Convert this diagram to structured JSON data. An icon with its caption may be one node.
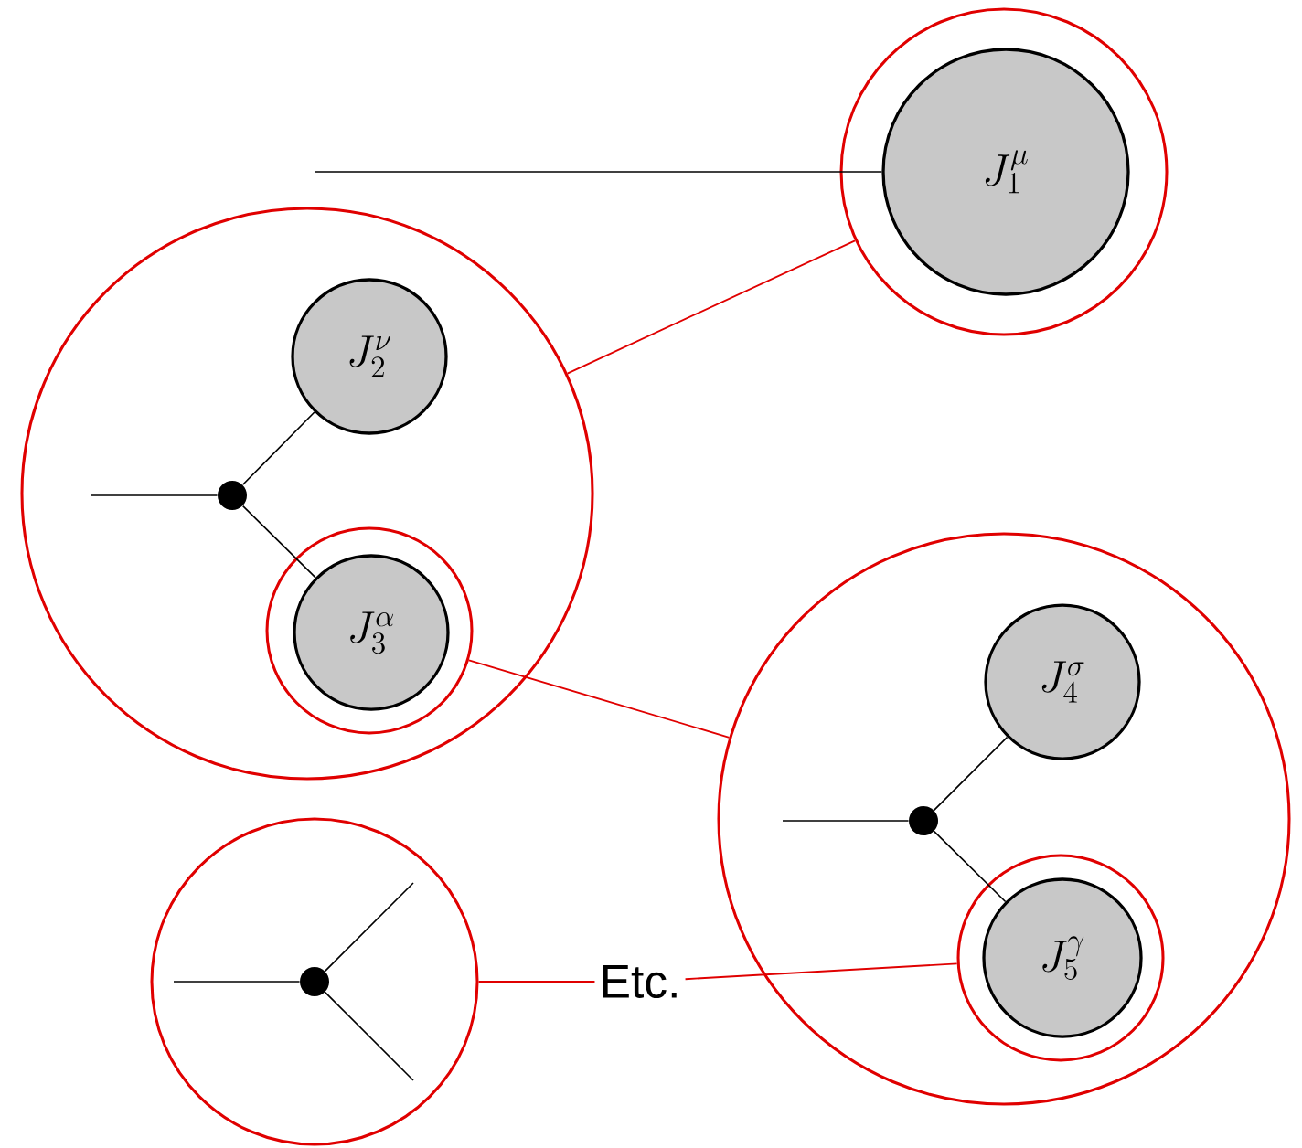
{
  "diagram": {
    "nodes": [
      {
        "text": [],
        "shape": "circle"
      },
      {
        "text": [
          "J_1^{\\mu}"
        ],
        "in": 0
      },
      {
        "text": [],
        "shape": "circle"
      },
      {
        "text": [
          "J_2^{\\nu}"
        ],
        "in": 2
      },
      {
        "text": [],
        "shape": "dot",
        "in": 2
      },
      {
        "text": [],
        "shape": "circle",
        "in": 2
      },
      {
        "text": [
          "J_3^{\\alpha}"
        ],
        "in": 5
      },
      {
        "text": [],
        "shape": "circle"
      },
      {
        "text": [
          "J_4^{\\sigma}"
        ],
        "in": 7
      },
      {
        "text": [],
        "shape": "dot",
        "in": 7
      },
      {
        "text": [],
        "shape": "circle",
        "in": 7
      },
      {
        "text": [
          "J_5^{\\gamma}"
        ],
        "in": 10
      },
      {
        "text": [],
        "shape": "circle"
      },
      {
        "text": [],
        "shape": "dot",
        "in": 12
      },
      {
        "text": [
          "Etc."
        ]
      }
    ],
    "edges": [
      {
        "from": null,
        "to": 1,
        "arrow": "none"
      },
      {
        "from": 0,
        "to": 2,
        "arrow": "none",
        "color": "#e00000"
      },
      {
        "from": null,
        "to": 4,
        "arrow": "none"
      },
      {
        "from": 4,
        "to": 3,
        "arrow": "none"
      },
      {
        "from": 4,
        "to": 6,
        "arrow": "none"
      },
      {
        "from": 5,
        "to": 7,
        "arrow": "none",
        "color": "#e00000"
      },
      {
        "from": null,
        "to": 9,
        "arrow": "none"
      },
      {
        "from": 9,
        "to": 8,
        "arrow": "none"
      },
      {
        "from": 9,
        "to": 11,
        "arrow": "none"
      },
      {
        "from": 10,
        "to": 14,
        "arrow": "none",
        "color": "#e00000"
      },
      {
        "from": 14,
        "to": 12,
        "arrow": "none",
        "color": "#e00000"
      },
      {
        "from": null,
        "to": 13,
        "arrow": "none"
      },
      {
        "from": 13,
        "to": null,
        "arrow": "none"
      },
      {
        "from": 13,
        "to": null,
        "arrow": "none"
      }
    ]
  }
}
